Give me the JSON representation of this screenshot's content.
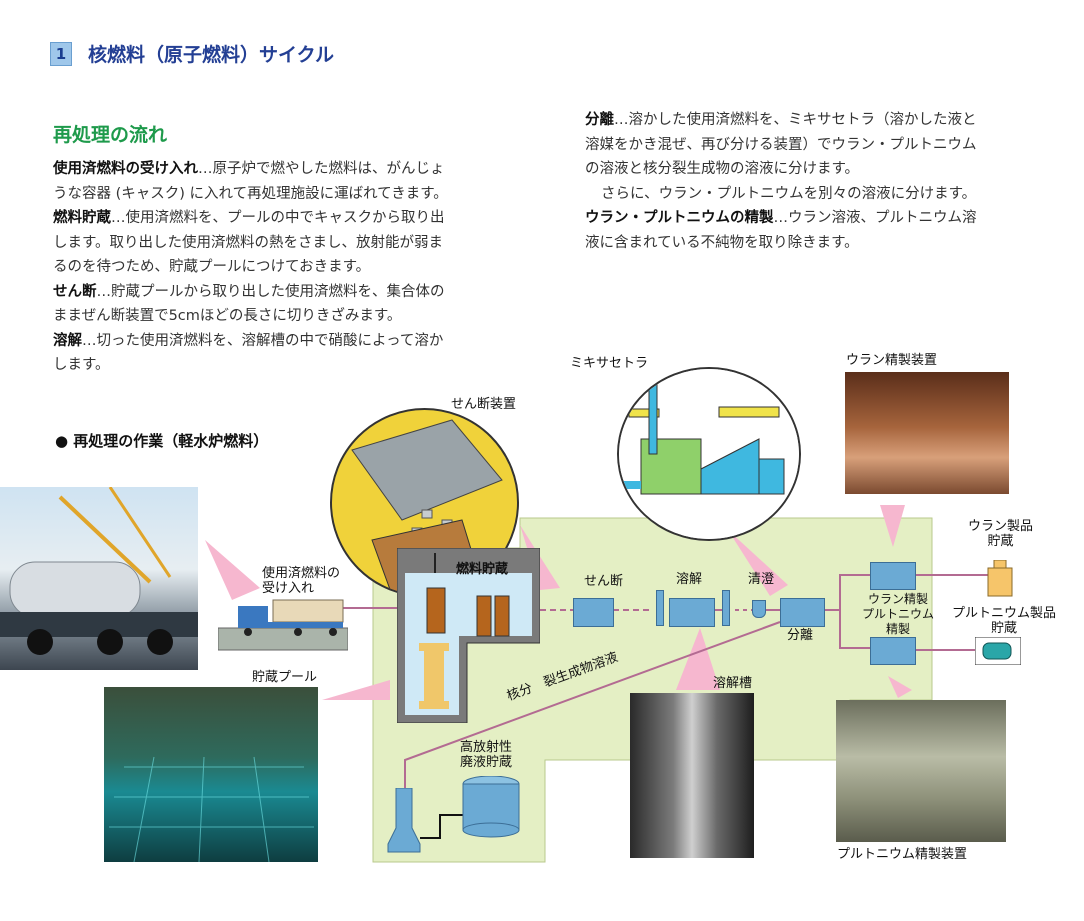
{
  "header": {
    "number": "1",
    "title": "核燃料（原子燃料）サイクル"
  },
  "section": {
    "title": "再処理の流れ"
  },
  "left_text": [
    {
      "term": "使用済燃料の受け入れ",
      "text": "…原子炉で燃やした燃料は、がんじょ",
      "cont": [
        "うな容器 (キャスク) に入れて再処理施設に運ばれてきます。"
      ]
    },
    {
      "term": "燃料貯蔵",
      "text": "…使用済燃料を、プールの中でキャスクから取り出",
      "cont": [
        "します。取り出した使用済燃料の熱をさまし、放射能が弱ま",
        "るのを待つため、貯蔵プールにつけておきます。"
      ]
    },
    {
      "term": "せん断",
      "text": "…貯蔵プールから取り出した使用済燃料を、集合体の",
      "cont": [
        "ままぜん断装置で5cmほどの長さに切りきざみます。"
      ]
    },
    {
      "term": "溶解",
      "text": "…切った使用済燃料を、溶解槽の中で硝酸によって溶か",
      "cont": [
        "します。"
      ]
    }
  ],
  "right_text": {
    "p1_term": "分離",
    "p1_lines": [
      "…溶かした使用済燃料を、ミキサセトラ（溶かした液と",
      "溶媒をかき混ぜ、再び分ける装置）でウラン・プルトニウム",
      "の溶液と核分裂生成物の溶液に分けます。"
    ],
    "p2": "さらに、ウラン・プルトニウムを別々の溶液に分けます。",
    "p3_term": "ウラン・プルトニウムの精製",
    "p3_lines": [
      "…ウラン溶液、プルトニウム溶",
      "液に含まれている不純物を取り除きます。"
    ]
  },
  "diagram": {
    "bullet_title": "● 再処理の作業（軽水炉燃料）",
    "labels": {
      "shear_device": "せん断装置",
      "mixer_settler": "ミキサセトラ",
      "uranium_refining_device": "ウラン精製装置",
      "receiving_1": "使用済燃料の",
      "receiving_2": "受け入れ",
      "fuel_storage": "燃料貯蔵",
      "shear": "せん断",
      "dissolve": "溶解",
      "clarify": "清澄",
      "separate": "分離",
      "u_pu_refine_1": "ウラン精製",
      "u_pu_refine_2": "プルトニウム",
      "u_pu_refine_3": "精製",
      "uranium_product_1": "ウラン製品",
      "uranium_product_2": "貯蔵",
      "plutonium_product_1": "プルトニウム製品",
      "plutonium_product_2": "貯蔵",
      "storage_pool": "貯蔵プール",
      "fission_solution": "核分　裂生成物溶液",
      "hlw_1": "高放射性",
      "hlw_2": "廃液貯蔵",
      "dissolver": "溶解槽",
      "plutonium_refining_device": "プルトニウム精製装置"
    }
  }
}
